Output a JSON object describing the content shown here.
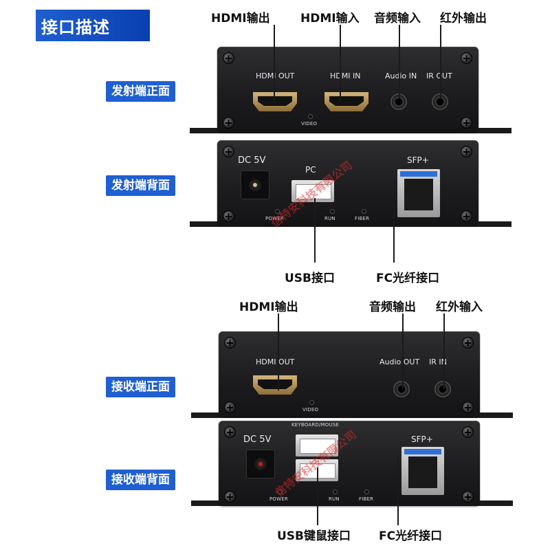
{
  "header": {
    "title": "接口描述"
  },
  "sections": {
    "tx_front": "发射端正面",
    "tx_back": "发射端背面",
    "rx_front": "接收端正面",
    "rx_back": "接收端背面"
  },
  "callouts": {
    "tx_hdmi_out": "HDMI输出",
    "tx_hdmi_in": "HDMI输入",
    "tx_audio_in": "音频输入",
    "tx_ir_out": "红外输出",
    "tx_usb": "USB接口",
    "tx_fc": "FC光纤接口",
    "rx_hdmi_out": "HDMI输出",
    "rx_audio_out": "音频输出",
    "rx_ir_in": "红外输入",
    "rx_usb": "USB键鼠接口",
    "rx_fc": "FC光纤接口"
  },
  "silkscreen": {
    "tx_front": {
      "hdmi_out": "HDMI OUT",
      "hdmi_in": "HDMI IN",
      "audio_in": "Audio IN",
      "ir_out": "IR OUT",
      "video": "VIDEO"
    },
    "tx_back": {
      "dc": "DC 5V",
      "pc": "PC",
      "sfp": "SFP+",
      "power": "POWER",
      "run": "RUN",
      "fiber": "FIBER"
    },
    "rx_front": {
      "hdmi_out": "HDMI OUT",
      "audio_out": "Audio OUT",
      "ir_in": "IR IN",
      "video": "VIDEO"
    },
    "rx_back": {
      "dc": "DC 5V",
      "keyboard_mouse": "KEYBOARD/MOUSE",
      "sfp": "SFP+",
      "power": "POWER",
      "run": "RUN",
      "fiber": "FIBER"
    }
  },
  "watermark": "信特安科技有限公司",
  "colors": {
    "accent": "#1f5fd1",
    "led_red": "#c21a1a",
    "sfp_blue": "#2f6fd8"
  }
}
